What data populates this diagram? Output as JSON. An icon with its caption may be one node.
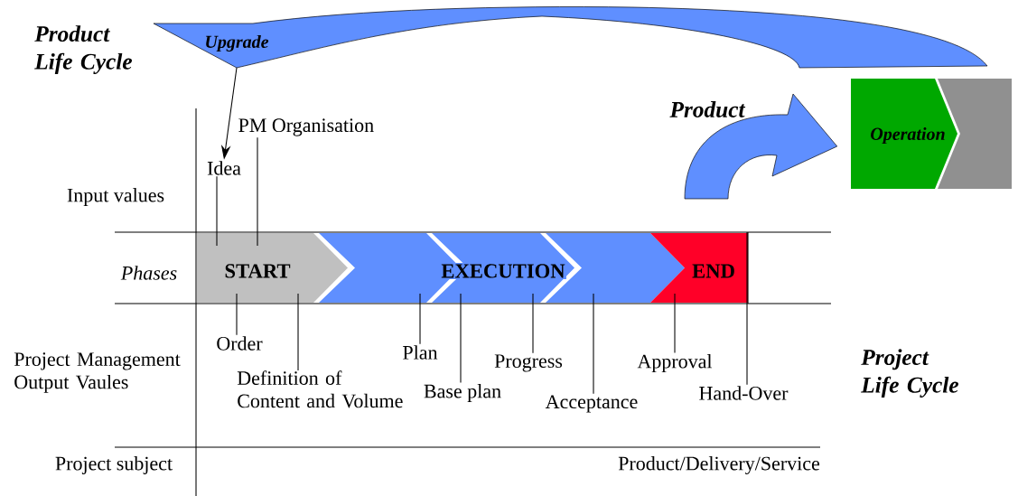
{
  "diagram": {
    "nodes": [
      {
        "text": [
          "Upgrade"
        ]
      },
      {
        "text": [
          "Operation"
        ]
      },
      {
        "text": [
          "PM Organisation"
        ]
      },
      {
        "text": [
          "Idea"
        ]
      },
      {
        "text": [
          "START"
        ]
      },
      {
        "text": [
          "EXECUTION"
        ]
      },
      {
        "text": [
          "END"
        ]
      },
      {
        "text": [
          "Order"
        ]
      },
      {
        "text": [
          "Definition of Content and Volume"
        ]
      },
      {
        "text": [
          "Plan"
        ]
      },
      {
        "text": [
          "Base plan"
        ]
      },
      {
        "text": [
          "Progress"
        ]
      },
      {
        "text": [
          "Acceptance"
        ]
      },
      {
        "text": [
          "Approval"
        ]
      },
      {
        "text": [
          "Hand-Over"
        ]
      }
    ],
    "edges": [
      {
        "from": 0,
        "to": 3,
        "arrow": "to"
      },
      {
        "from": null,
        "to": 1,
        "arrow": "to",
        "label": "Product"
      },
      {
        "from": 3,
        "to": 4,
        "arrow": "none"
      },
      {
        "from": 2,
        "to": 4,
        "arrow": "none"
      },
      {
        "from": 7,
        "to": 4,
        "arrow": "none"
      },
      {
        "from": 8,
        "to": 4,
        "arrow": "none"
      },
      {
        "from": 9,
        "to": 5,
        "arrow": "none"
      },
      {
        "from": 10,
        "to": 5,
        "arrow": "none"
      },
      {
        "from": 11,
        "to": 5,
        "arrow": "none"
      },
      {
        "from": 12,
        "to": 5,
        "arrow": "none"
      },
      {
        "from": 13,
        "to": 6,
        "arrow": "none"
      },
      {
        "from": 14,
        "to": 6,
        "arrow": "none"
      }
    ],
    "labels": [
      "Product Life Cycle",
      "Input values",
      "Phases",
      "Project Management Output Vaules",
      "Project Life Cycle",
      "Project subject",
      "Product/Delivery/Service"
    ]
  }
}
